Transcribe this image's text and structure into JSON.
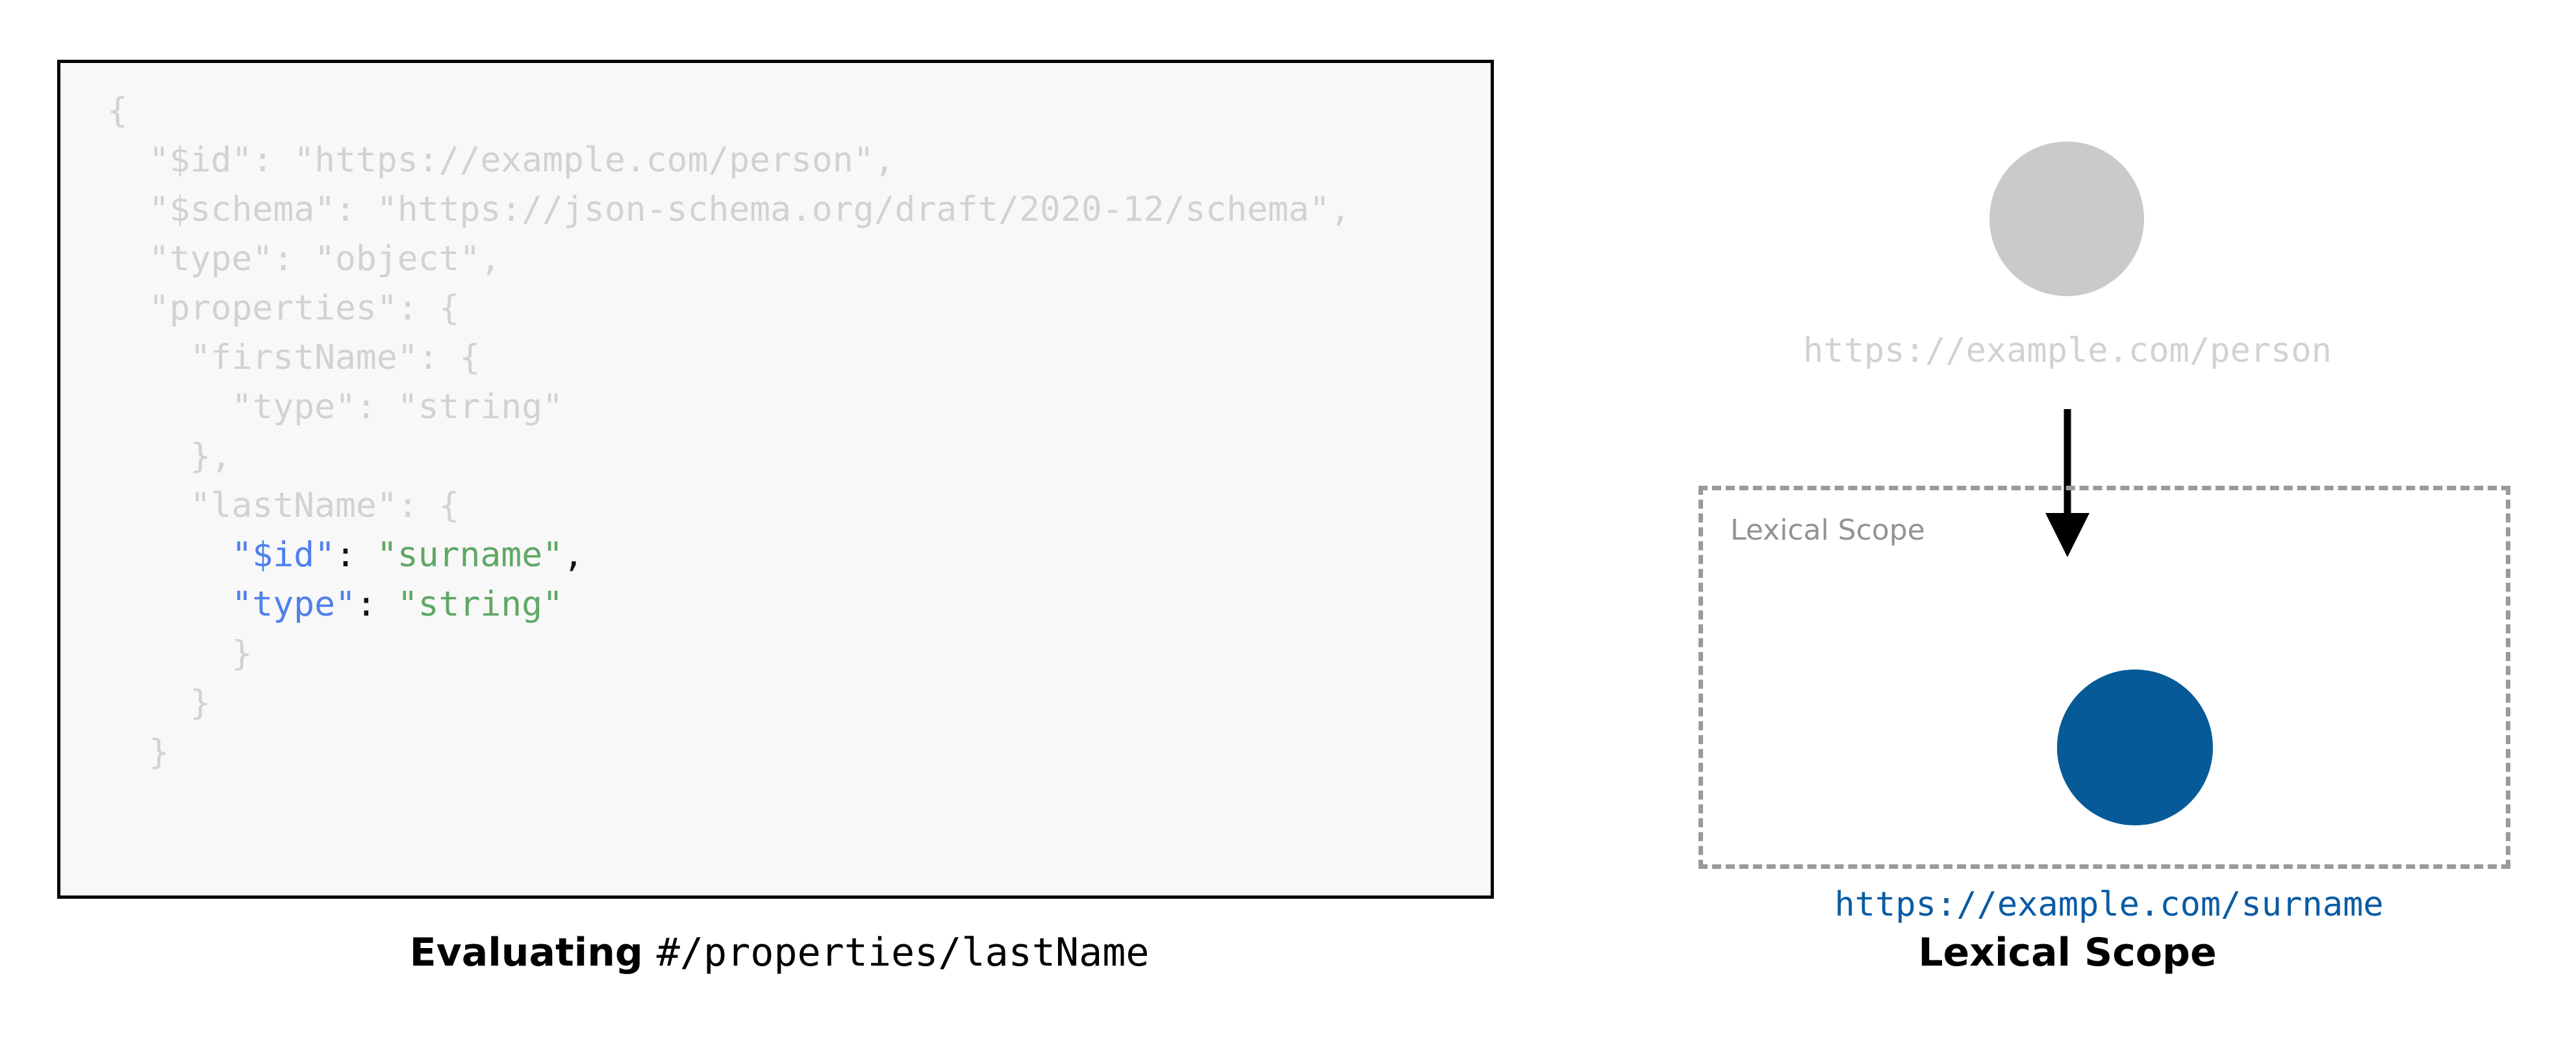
{
  "left": {
    "code_lines": [
      {
        "indent": 0,
        "tokens": [
          {
            "t": "{",
            "c": "dim"
          }
        ]
      },
      {
        "indent": 1,
        "tokens": [
          {
            "t": "\"$id\": \"https://example.com/person\",",
            "c": "dim"
          }
        ]
      },
      {
        "indent": 1,
        "tokens": [
          {
            "t": "\"$schema\": \"https://json-schema.org/draft/2020-12/schema\",",
            "c": "dim"
          }
        ]
      },
      {
        "indent": 1,
        "tokens": [
          {
            "t": "\"type\": \"object\",",
            "c": "dim"
          }
        ]
      },
      {
        "indent": 1,
        "tokens": [
          {
            "t": "\"properties\": {",
            "c": "dim"
          }
        ]
      },
      {
        "indent": 2,
        "tokens": [
          {
            "t": "\"firstName\": {",
            "c": "dim"
          }
        ]
      },
      {
        "indent": 3,
        "tokens": [
          {
            "t": "\"type\": \"string\"",
            "c": "dim"
          }
        ]
      },
      {
        "indent": 2,
        "tokens": [
          {
            "t": "},",
            "c": "dim"
          }
        ]
      },
      {
        "indent": 2,
        "tokens": [
          {
            "t": "\"lastName\": {",
            "c": "dim"
          }
        ]
      },
      {
        "indent": 3,
        "tokens": [
          {
            "t": "\"$id\"",
            "c": "key"
          },
          {
            "t": ": ",
            "c": "punct"
          },
          {
            "t": "\"surname\"",
            "c": "str"
          },
          {
            "t": ",",
            "c": "punct"
          }
        ]
      },
      {
        "indent": 3,
        "tokens": [
          {
            "t": "\"type\"",
            "c": "key"
          },
          {
            "t": ": ",
            "c": "punct"
          },
          {
            "t": "\"string\"",
            "c": "str"
          }
        ]
      },
      {
        "indent": 3,
        "tokens": [
          {
            "t": "}",
            "c": "dim"
          }
        ]
      },
      {
        "indent": 2,
        "tokens": [
          {
            "t": "}",
            "c": "dim"
          }
        ]
      },
      {
        "indent": 1,
        "tokens": [
          {
            "t": "}",
            "c": "dim"
          }
        ]
      }
    ],
    "caption_bold": "Evaluating",
    "caption_mono": "#/properties/lastName"
  },
  "right": {
    "outer_node_label": "https://example.com/person",
    "scope_tag": "Lexical Scope",
    "inner_node_label": "https://example.com/surname",
    "caption": "Lexical Scope"
  },
  "colors": {
    "code_bg": "#f8f8f8",
    "code_border": "#000000",
    "dim_text": "#d2d2d2",
    "key_blue": "#4f80ec",
    "string_green": "#5fa865",
    "punct_black": "#111111",
    "outer_node_gray": "#cacaca",
    "inner_node_blue": "#065a98",
    "inner_label_blue": "#0b5ba4",
    "scope_dash_gray": "#9a9a9a",
    "scope_tag_gray": "#939393",
    "arrow_black": "#000000"
  }
}
